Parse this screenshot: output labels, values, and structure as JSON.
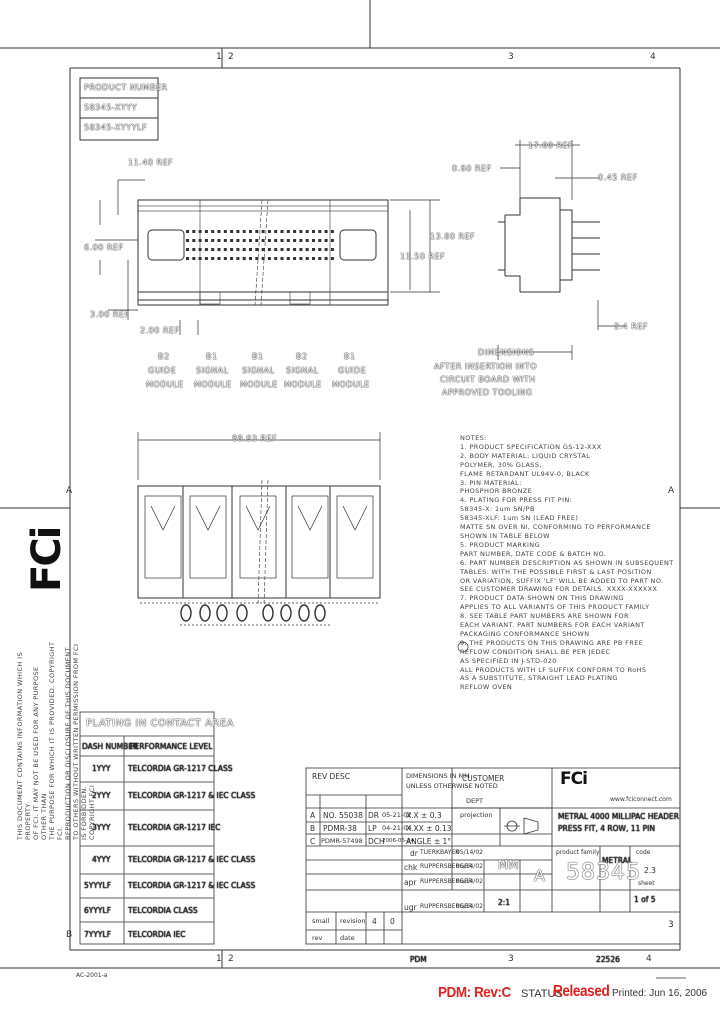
{
  "zone_labels": {
    "top": [
      "1",
      "2",
      "3",
      "4"
    ],
    "left": [
      "A",
      "B"
    ],
    "right": [
      "A",
      "3"
    ],
    "bottom": [
      "1",
      "2",
      "3",
      "4"
    ]
  },
  "product_box": {
    "header": "PRODUCT NUMBER",
    "rows": [
      "58345-XYYY",
      "58345-XYYYLF"
    ]
  },
  "dimensions": {
    "d1": "11.40 REF",
    "d2": "6.00 REF",
    "d3": "3.00 REF",
    "d4": "2.00 REF",
    "d5": "13.80 REF",
    "d6": "11.50 REF",
    "d7": "17.00 REF",
    "d8": "0.60 REF",
    "d9": "0.45 REF",
    "d10": "2.4 REF",
    "d11": "88.93 REF"
  },
  "module_labels": [
    {
      "code": "B2",
      "line1": "GUIDE",
      "line2": "MODULE"
    },
    {
      "code": "B1",
      "line1": "SIGNAL",
      "line2": "MODULE"
    },
    {
      "code": "B1",
      "line1": "SIGNAL",
      "line2": "MODULE"
    },
    {
      "code": "B2",
      "line1": "SIGNAL",
      "line2": "MODULE"
    },
    {
      "code": "B1",
      "line1": "GUIDE",
      "line2": "MODULE"
    }
  ],
  "side_view_note": [
    "DIMENSIONS",
    "AFTER INSERTION INTO",
    "CIRCUIT BOARD WITH",
    "APPROVED TOOLING"
  ],
  "notes": [
    "NOTES:",
    "1. PRODUCT SPECIFICATION GS-12-XXX",
    "2. BODY MATERIAL: LIQUID CRYSTAL",
    "   POLYMER, 30% GLASS,",
    "   FLAME RETARDANT UL94V-0, BLACK",
    "3. PIN MATERIAL:",
    "   PHOSPHOR BRONZE",
    "4. PLATING FOR PRESS FIT PIN:",
    "   58345-X: 1um SN/PB",
    "   58345-XLF: 1um SN (LEAD FREE)",
    "   MATTE SN OVER NI, CONFORMING TO PERFORMANCE",
    "   SHOWN IN TABLE BELOW",
    "5. PRODUCT MARKING",
    "   PART NUMBER, DATE CODE & BATCH NO.",
    "6. PART NUMBER DESCRIPTION AS SHOWN IN SUBSEQUENT",
    "   TABLES. WITH THE POSSIBLE FIRST & LAST POSITION",
    "   OR VARIATION, SUFFIX 'LF' WILL BE ADDED TO PART NO.",
    "   SEE CUSTOMER DRAWING FOR DETAILS. XXXX-XXXXXX",
    "7. PRODUCT DATA SHOWN ON THIS DRAWING",
    "   APPLIES TO ALL VARIANTS OF THIS PRODUCT FAMILY",
    "8. SEE TABLE PART NUMBERS ARE SHOWN FOR",
    "   EACH VARIANT. PART NUMBERS FOR EACH VARIANT",
    "   PACKAGING CONFORMANCE SHOWN",
    "9. THE PRODUCTS ON THIS DRAWING ARE PB FREE",
    "   REFLOW CONDITION SHALL BE PER JEDEC",
    "   AS SPECIFIED IN J-STD-020",
    "   ALL PRODUCTS WITH LF SUFFIX CONFORM TO RoHS",
    "   AS A SUBSTITUTE, STRAIGHT LEAD PLATING",
    "   REFLOW OVEN"
  ],
  "plating_table": {
    "title": "PLATING IN CONTACT AREA",
    "headers": [
      "DASH NUMBER",
      "PERFORMANCE LEVEL"
    ],
    "rows": [
      [
        "1YYY",
        "TELCORDIA GR-1217 CLASS"
      ],
      [
        "2YYY",
        "TELCORDIA GR-1217 & IEC CLASS"
      ],
      [
        "3YYY",
        "TELCORDIA GR-1217 IEC"
      ],
      [
        "4YYY",
        "TELCORDIA GR-1217 & IEC CLASS"
      ],
      [
        "5YYYLF",
        "TELCORDIA GR-1217 & IEC CLASS"
      ],
      [
        "6YYYLF",
        "TELCORDIA CLASS"
      ],
      [
        "7YYYLF",
        "TELCORDIA IEC"
      ]
    ]
  },
  "revisions": {
    "label": "REV DESC",
    "rows": [
      [
        "A",
        "NO. 55038",
        "DR",
        "05-21-02"
      ],
      [
        "B",
        "PDMR-38",
        "LP",
        "04-21-04"
      ],
      [
        "C",
        "PDMR-57498",
        "DCH",
        "2006-05-24"
      ]
    ]
  },
  "tolerance_block": {
    "title": "DIMENSIONS IN MM",
    "subtitle": "UNLESS OTHERWISE NOTED",
    "customer": "CUSTOMER",
    "dept": "DEPT",
    "tolerances": [
      "X.X ± 0.3",
      "X.XX ± 0.13",
      "ANGLE ± 1°"
    ],
    "projection_label": "projection"
  },
  "approvals": [
    {
      "role": "dr",
      "name": "TUERKBAYER",
      "date": "05/14/02"
    },
    {
      "role": "chk",
      "name": "RUPPERSBERGER",
      "date": "05/14/02"
    },
    {
      "role": "apr",
      "name": "RUPPERSBERGER",
      "date": "05/14/02"
    },
    {
      "role": "ugr",
      "name": "RUPPERSBERGER",
      "date": "05/14/02"
    }
  ],
  "title_block": {
    "company_url": "www.fciconnect.com",
    "logo_text": "FCi",
    "title_line1": "METRAL 4000 MILLIPAC HEADER",
    "title_line2": "PRESS FIT, 4 ROW, 11 PIN",
    "product_family_label": "product family",
    "product_family": "METRAL",
    "drawing_number": "58345",
    "size": "A",
    "sheet_label": "sheet",
    "sheet": "1 of 5",
    "scale": "2:1",
    "code_label": "code",
    "code": "2.3",
    "mm": "MM",
    "pdm_ref": "PDM",
    "doc_id": "22526"
  },
  "lower_small_table": {
    "headers": [
      "small",
      "revision"
    ],
    "rows": [
      [
        "4",
        "0"
      ],
      [
        "rev",
        "date"
      ]
    ]
  },
  "footer": {
    "pdm_rev": "PDM: Rev:C",
    "status_label": "STATUS",
    "status_value": "Released",
    "printed": "Printed: Jun 16, 2006",
    "corner_code": "AC-2001-a"
  },
  "side_text": [
    "THIS DOCUMENT CONTAINS INFORMATION WHICH IS PROPERTY",
    "OF FCI. IT MAY NOT BE USED FOR ANY PURPOSE OTHER THAN",
    "THE PURPOSE FOR WHICH IT IS PROVIDED. COPYRIGHT FCI.",
    "REPRODUCTION OR DISCLOSURE OF THIS DOCUMENT",
    "TO OTHERS WITHOUT WRITTEN PERMISSION FROM FCI",
    "IS FORBIDDEN.",
    "COPYRIGHT FCI"
  ],
  "brand_logo": "FCi"
}
